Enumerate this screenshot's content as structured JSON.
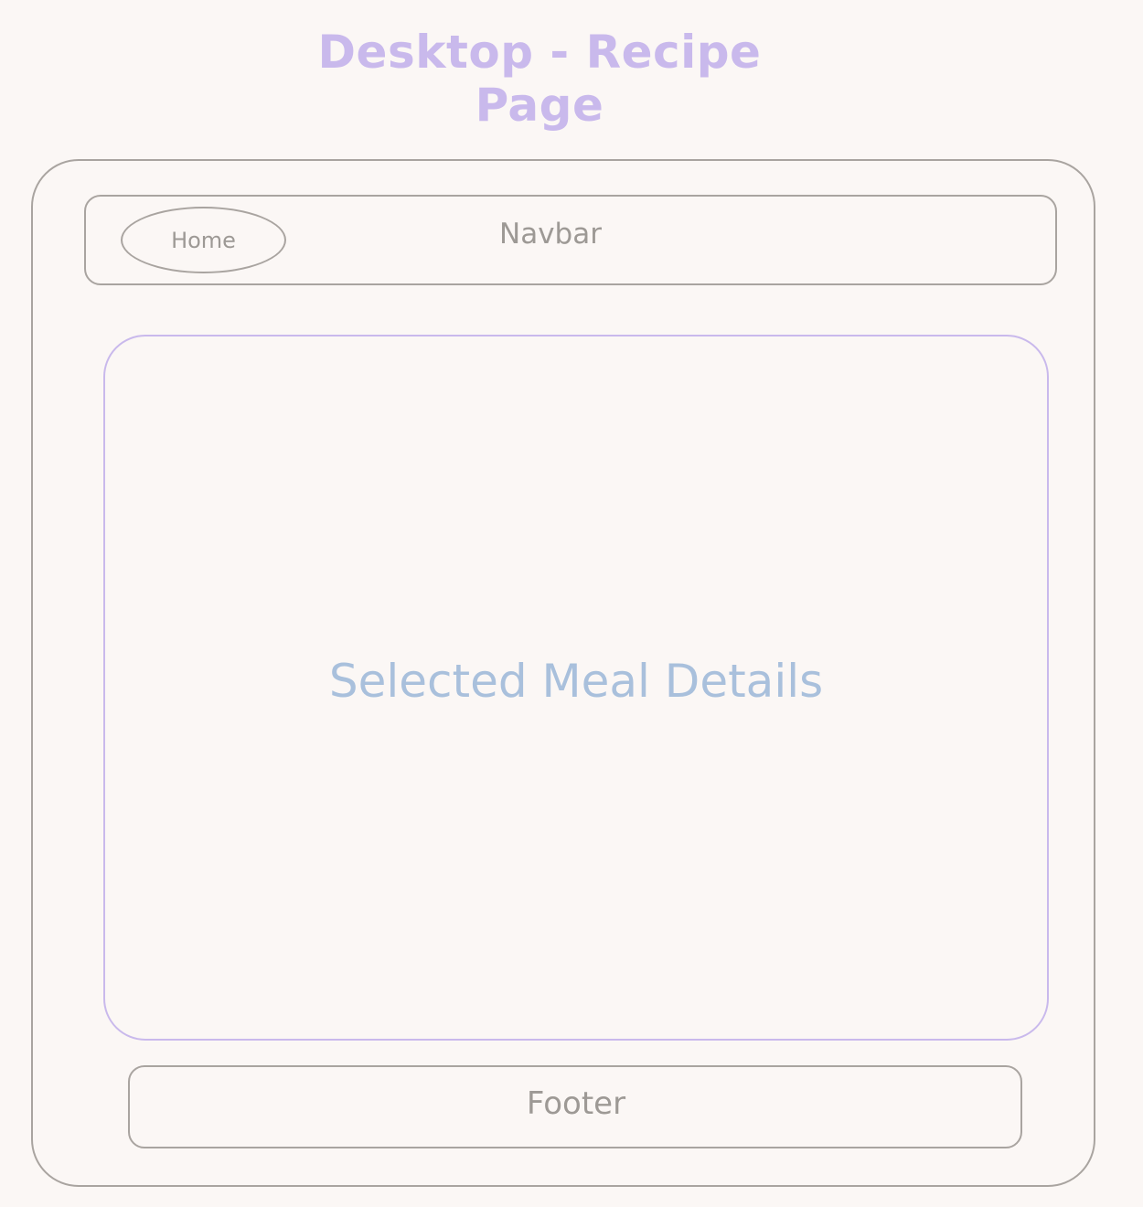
{
  "title": "Desktop - Recipe Page",
  "navbar": {
    "home_button": "Home",
    "label": "Navbar"
  },
  "main": {
    "label": "Selected Meal Details"
  },
  "footer": {
    "label": "Footer"
  },
  "colors": {
    "background": "#fbf7f5",
    "title": "#c9b9ec",
    "outline": "#a9a4a0",
    "main_outline": "#c9b9ec",
    "main_text": "#a9c0dc",
    "label_text": "#9d9995"
  }
}
